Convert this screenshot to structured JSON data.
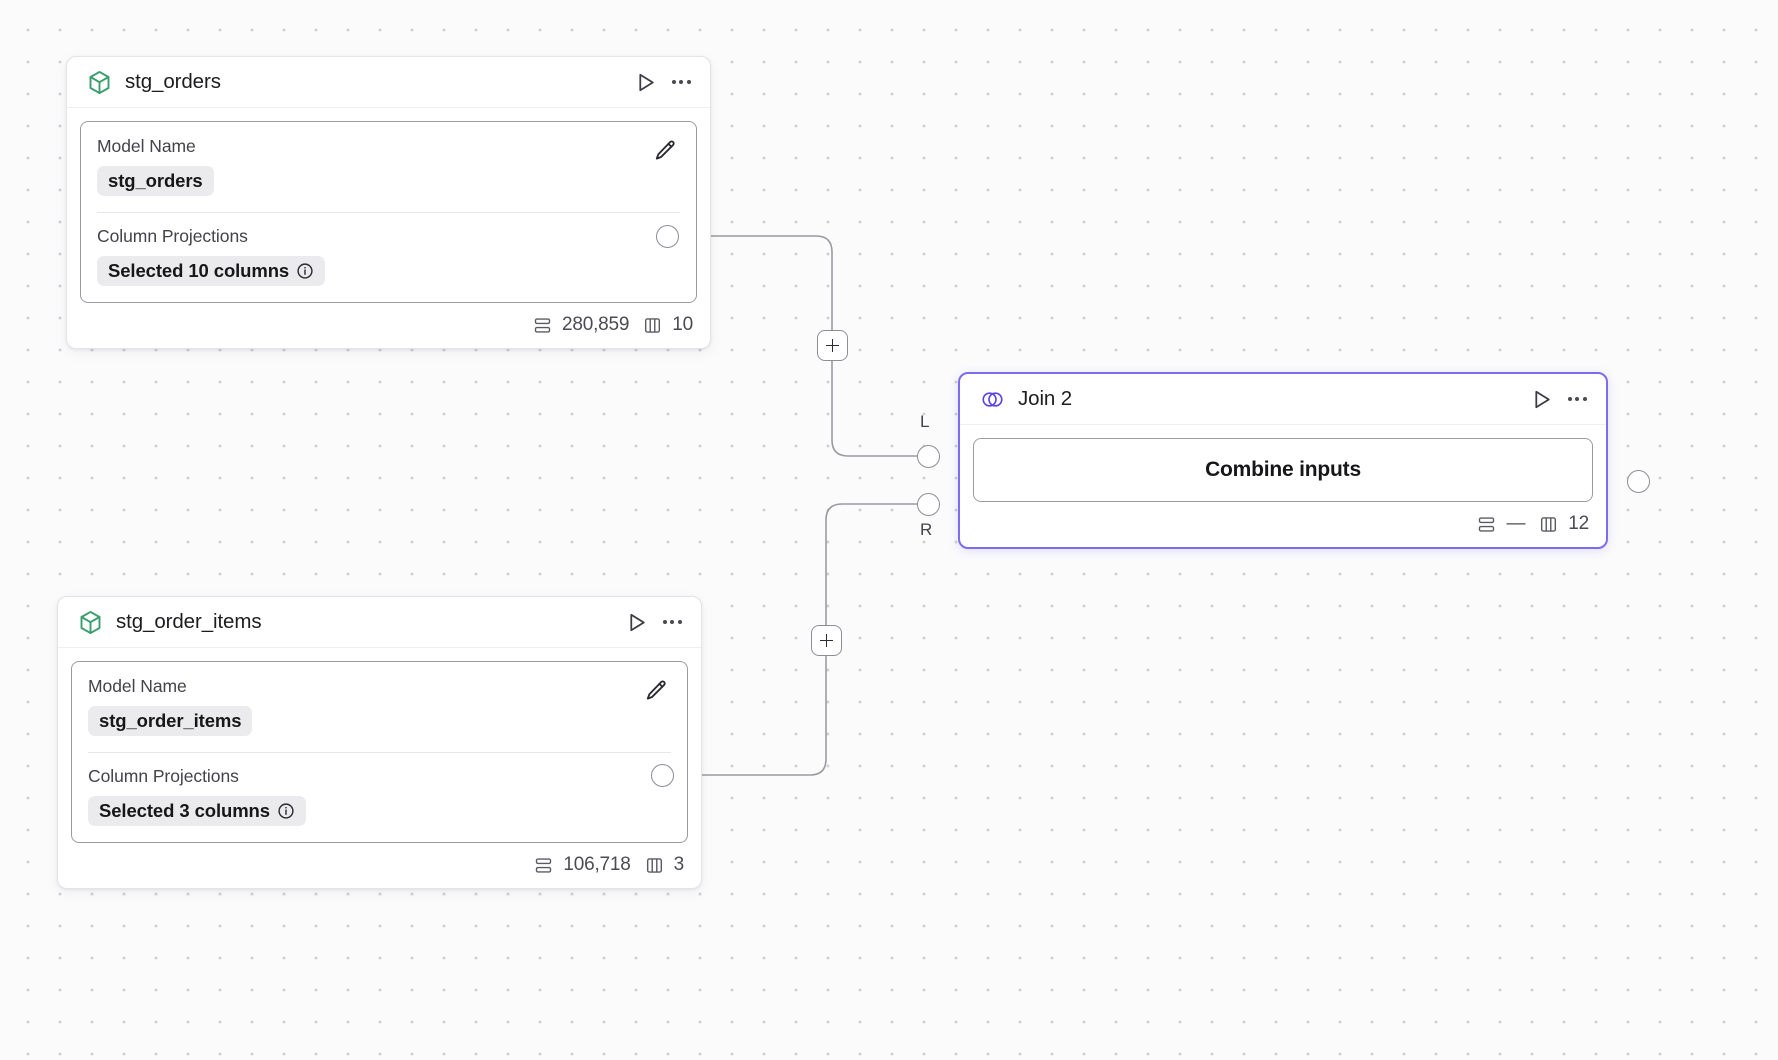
{
  "canvas": {
    "background_color": "#fbfbfc",
    "grid_dot_color": "#cfcfd6",
    "accent_color": "#7c6cf0",
    "model_icon_color": "#3a9e6e"
  },
  "nodes": [
    {
      "id": "stg_orders",
      "type": "model",
      "icon": "cube-icon",
      "title": "stg_orders",
      "selected": false,
      "run_label": "Run",
      "menu_label": "More options",
      "panel": {
        "model_name_label": "Model Name",
        "model_name_value": "stg_orders",
        "edit_label": "Edit",
        "column_projections_label": "Column Projections",
        "column_projections_value": "Selected 10 columns",
        "info_label": "Info"
      },
      "footer": {
        "rows_icon": "rows-icon",
        "rows_value": "280,859",
        "columns_icon": "columns-icon",
        "columns_value": "10"
      }
    },
    {
      "id": "stg_order_items",
      "type": "model",
      "icon": "cube-icon",
      "title": "stg_order_items",
      "selected": false,
      "run_label": "Run",
      "menu_label": "More options",
      "panel": {
        "model_name_label": "Model Name",
        "model_name_value": "stg_order_items",
        "edit_label": "Edit",
        "column_projections_label": "Column Projections",
        "column_projections_value": "Selected 3 columns",
        "info_label": "Info"
      },
      "footer": {
        "rows_icon": "rows-icon",
        "rows_value": "106,718",
        "columns_icon": "columns-icon",
        "columns_value": "3"
      }
    },
    {
      "id": "join_2",
      "type": "join",
      "icon": "venn-icon",
      "title": "Join 2",
      "selected": true,
      "run_label": "Run",
      "menu_label": "More options",
      "body": {
        "combine_button_label": "Combine inputs"
      },
      "input_ports": [
        {
          "label": "L"
        },
        {
          "label": "R"
        }
      ],
      "footer": {
        "rows_icon": "rows-icon",
        "rows_value": "—",
        "columns_icon": "columns-icon",
        "columns_value": "12"
      }
    }
  ],
  "edges": [
    {
      "id": "edge-orders-to-join-l",
      "from": "stg_orders",
      "to": "join_2",
      "to_port": "L",
      "add_button_label": "+"
    },
    {
      "id": "edge-order-items-to-join-r",
      "from": "stg_order_items",
      "to": "join_2",
      "to_port": "R",
      "add_button_label": "+"
    }
  ]
}
